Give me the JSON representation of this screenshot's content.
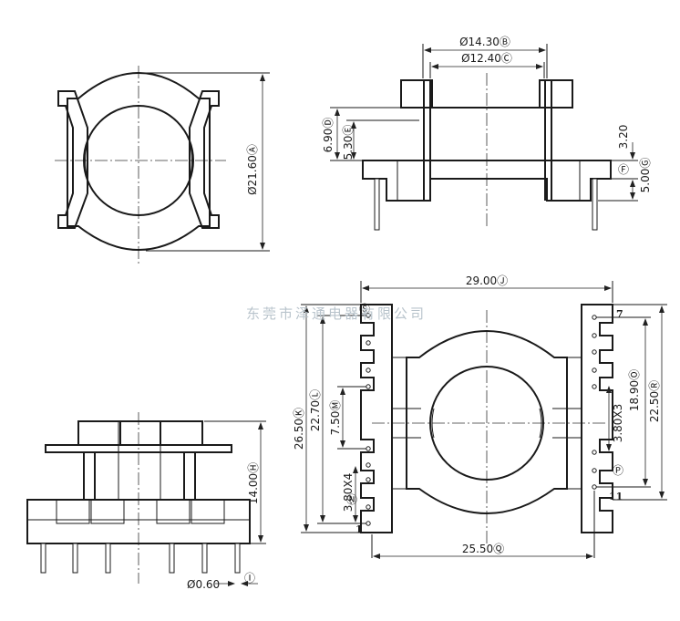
{
  "watermark": "东莞市泽通电器有限公司",
  "top_left_view": {
    "diameter": "Ø21.60Ⓐ"
  },
  "top_right_view": {
    "width_outer": "Ø14.30Ⓑ",
    "width_inner": "Ø12.40Ⓒ",
    "height_flange": "6.90Ⓓ",
    "height_inner": "5.30Ⓔ",
    "right_upper": "3.20",
    "right_lower": "5.00Ⓖ",
    "right_f": "Ⓕ"
  },
  "bottom_left_view": {
    "height": "14.00Ⓗ",
    "pin_diameter": "Ø0.60",
    "pin_marker": "Ⓘ"
  },
  "bottom_right_view": {
    "width_top": "29.00Ⓙ",
    "height_outer_left": "26.50Ⓚ",
    "height_inner_left": "22.70Ⓛ",
    "gap_left": "7.50Ⓜ",
    "pitch_left": "3.80X4",
    "pitch_left_marker": "Ⓝ",
    "pitch_right": "3.80X3",
    "height_right_inner": "18.90Ⓞ",
    "height_right_outer": "22.50Ⓡ",
    "right_marker": "Ⓟ",
    "width_bottom": "25.50Ⓠ",
    "pin_1": "1",
    "pin_7": "7",
    "pin_11": "11",
    "pin_side_marker": "Ⓢ"
  }
}
